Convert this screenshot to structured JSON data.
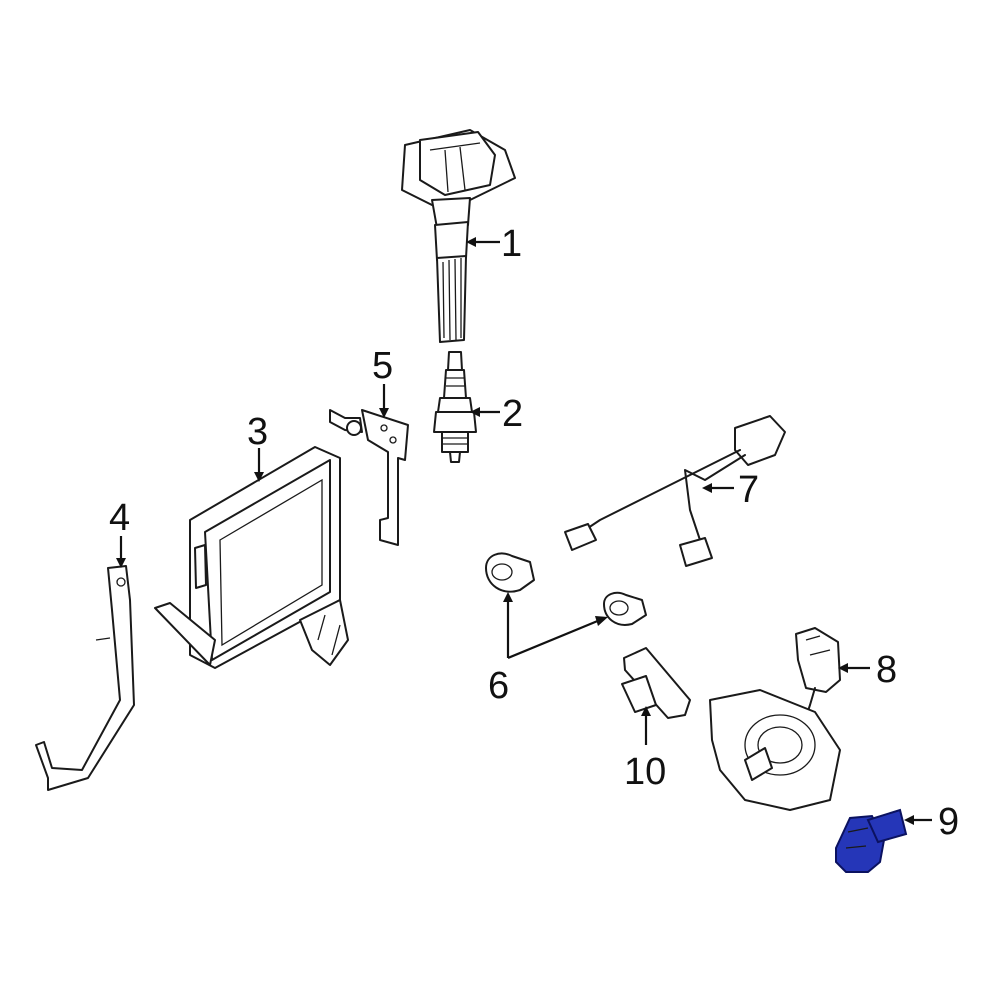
{
  "colors": {
    "line": "#1a1a1a",
    "highlight_fill": "#2536b8",
    "highlight_stroke": "#0b1260",
    "background": "#ffffff"
  },
  "callouts": [
    {
      "id": "1",
      "label": "1"
    },
    {
      "id": "2",
      "label": "2"
    },
    {
      "id": "3",
      "label": "3"
    },
    {
      "id": "4",
      "label": "4"
    },
    {
      "id": "5",
      "label": "5"
    },
    {
      "id": "6",
      "label": "6"
    },
    {
      "id": "7",
      "label": "7"
    },
    {
      "id": "8",
      "label": "8"
    },
    {
      "id": "9",
      "label": "9"
    },
    {
      "id": "10",
      "label": "10"
    }
  ],
  "highlighted_callout": "9"
}
